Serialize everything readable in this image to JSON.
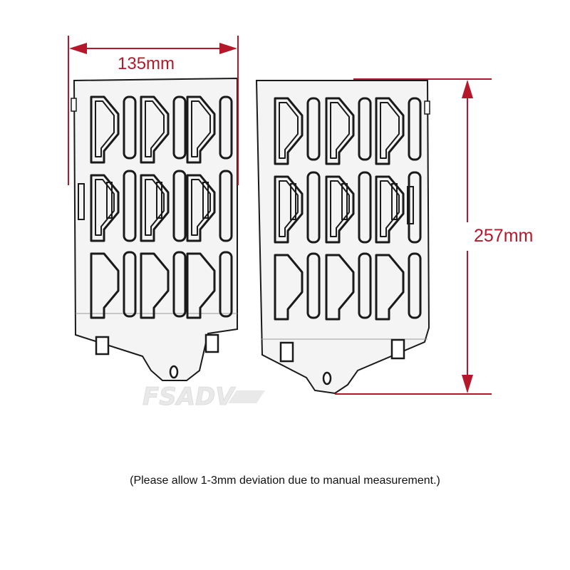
{
  "dimensions": {
    "width_label": "135mm",
    "height_label": "257mm"
  },
  "note": "(Please allow 1-3mm deviation due to manual measurement.)",
  "watermark": "FSADV",
  "colors": {
    "dimension_line": "#b5182b",
    "plate_fill": "#f4f4f4",
    "plate_outline": "#1a1a1a"
  }
}
